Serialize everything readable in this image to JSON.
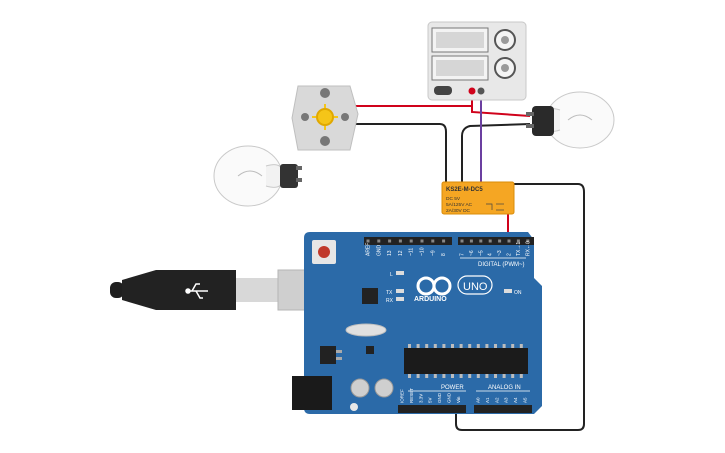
{
  "colors": {
    "background": "#ffffff",
    "board": "#2b6aa8",
    "relay": "#f5a623",
    "wire_red": "#d0021b",
    "wire_black": "#222222",
    "wire_purple": "#6b3fa0",
    "psu": "#e8e8e8"
  },
  "relay": {
    "part": "KS2E-M-DC5",
    "line1": "DC 5V",
    "line2": "5A/125V AC",
    "line3": "2A/30V DC"
  },
  "arduino": {
    "logo": "ARDUINO",
    "model": "UNO",
    "digital_label": "DIGITAL (PWM~)",
    "power_label": "POWER",
    "analog_label": "ANALOG IN",
    "on_label": "ON",
    "l_label": "L",
    "tx_label": "TX",
    "rx_label": "RX",
    "top_pins": [
      "AREF",
      "GND",
      "13",
      "12",
      "~11",
      "~10",
      "~9",
      "8",
      "7",
      "~6",
      "~5",
      "4",
      "~3",
      "2",
      "TX→1",
      "RX←0"
    ],
    "power_pins": [
      "IOREF",
      "RESET",
      "3.3V",
      "5V",
      "GND",
      "GND",
      "Vin"
    ],
    "analog_pins": [
      "A0",
      "A1",
      "A2",
      "A3",
      "A4",
      "A5"
    ]
  },
  "icons": {
    "motor": "dc-motor-icon",
    "lamp_left": "light-bulb-icon",
    "lamp_right": "light-bulb-icon",
    "psu": "power-supply-icon",
    "usb": "usb-cable-icon"
  }
}
